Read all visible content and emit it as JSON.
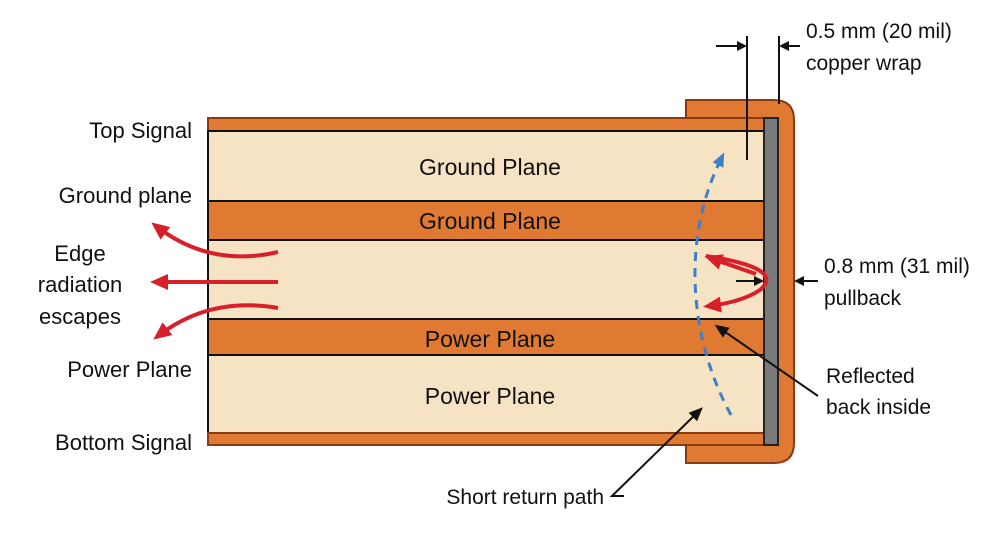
{
  "colors": {
    "copper": "#e07a33",
    "copper_edge": "#8a3a12",
    "dielectric": "#f6e3c3",
    "edge_metal": "#7a7a7a",
    "arrow_red": "#d8202a",
    "return_path_blue": "#3f7fc8",
    "line": "#111111"
  },
  "icons": {
    "radiation_arrows": "red-curved-arrows",
    "return_path": "blue-dashed-curve",
    "reflection": "red-bounce-arrow"
  },
  "left_labels": {
    "top_signal": "Top Signal",
    "ground_plane": "Ground plane",
    "edge_radiation": [
      "Edge",
      "radiation",
      "escapes"
    ],
    "power_plane": "Power Plane",
    "bottom_signal": "Bottom Signal"
  },
  "plane_labels": {
    "ground_inner": "Ground Plane",
    "ground_copper": "Ground Plane",
    "power_copper": "Power Plane",
    "power_inner": "Power Plane"
  },
  "right_labels": {
    "copper_wrap": [
      "0.5 mm (20 mil)",
      "copper wrap"
    ],
    "pullback": [
      "0.8 mm (31 mil)",
      "pullback"
    ],
    "reflected": [
      "Reflected",
      "back inside"
    ],
    "return_path": "Short return path"
  }
}
